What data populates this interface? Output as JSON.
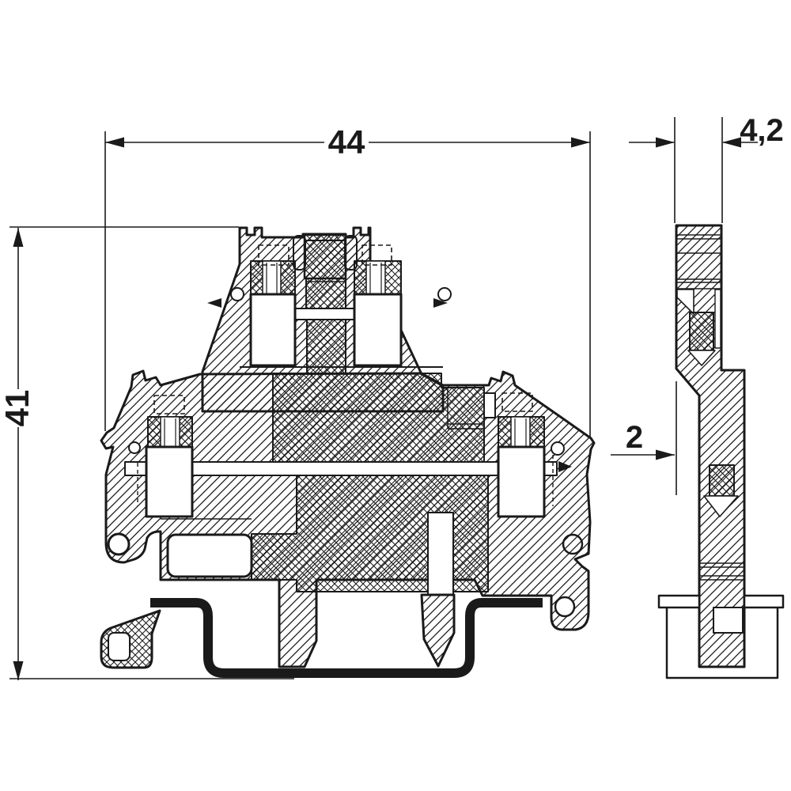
{
  "drawing": {
    "background": "#ffffff",
    "line_color": "#1a1a1a",
    "views": {
      "front": "front-section-view",
      "side": "side-section-view"
    },
    "dimensions": {
      "front_width": "44",
      "front_height": "41",
      "side_width": "4,2",
      "side_offset": "2"
    }
  }
}
